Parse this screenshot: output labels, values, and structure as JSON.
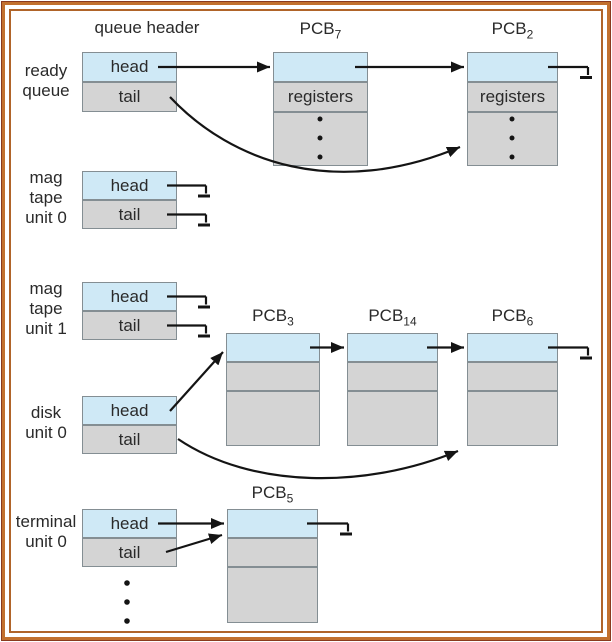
{
  "figure": {
    "column_header": "queue header",
    "queues": [
      {
        "id": "ready-queue",
        "label": "ready\nqueue",
        "head": "head",
        "tail": "tail"
      },
      {
        "id": "mag-tape-unit-0",
        "label": "mag\ntape\nunit 0",
        "head": "head",
        "tail": "tail"
      },
      {
        "id": "mag-tape-unit-1",
        "label": "mag\ntape\nunit 1",
        "head": "head",
        "tail": "tail"
      },
      {
        "id": "disk-unit-0",
        "label": "disk\nunit 0",
        "head": "head",
        "tail": "tail"
      },
      {
        "id": "terminal-unit-0",
        "label": "terminal\nunit 0",
        "head": "head",
        "tail": "tail"
      }
    ],
    "pcbs": [
      {
        "id": "pcb7",
        "name": "PCB",
        "sub": "7",
        "field": "registers"
      },
      {
        "id": "pcb2",
        "name": "PCB",
        "sub": "2",
        "field": "registers"
      },
      {
        "id": "pcb3",
        "name": "PCB",
        "sub": "3"
      },
      {
        "id": "pcb14",
        "name": "PCB",
        "sub": "14"
      },
      {
        "id": "pcb6",
        "name": "PCB",
        "sub": "6"
      },
      {
        "id": "pcb5",
        "name": "PCB",
        "sub": "5"
      }
    ],
    "links": [
      {
        "from": "ready-queue.head",
        "to": "pcb7"
      },
      {
        "from": "pcb7",
        "to": "pcb2"
      },
      {
        "from": "pcb2",
        "to": "null"
      },
      {
        "from": "ready-queue.tail",
        "to": "pcb2"
      },
      {
        "from": "mag-tape-unit-0.head",
        "to": "null"
      },
      {
        "from": "mag-tape-unit-0.tail",
        "to": "null"
      },
      {
        "from": "mag-tape-unit-1.head",
        "to": "null"
      },
      {
        "from": "mag-tape-unit-1.tail",
        "to": "null"
      },
      {
        "from": "disk-unit-0.head",
        "to": "pcb3"
      },
      {
        "from": "pcb3",
        "to": "pcb14"
      },
      {
        "from": "pcb14",
        "to": "pcb6"
      },
      {
        "from": "pcb6",
        "to": "null"
      },
      {
        "from": "disk-unit-0.tail",
        "to": "pcb6"
      },
      {
        "from": "terminal-unit-0.head",
        "to": "pcb5"
      },
      {
        "from": "terminal-unit-0.tail",
        "to": "pcb5"
      },
      {
        "from": "pcb5",
        "to": "null"
      }
    ],
    "colors": {
      "pointer_cell_blue": "#cfe9f6",
      "body_cell_gray": "#d4d4d4",
      "cell_border": "#848e93",
      "line_black": "#141414",
      "frame_orange": "#c2702d",
      "frame_inner_orange": "#b06429",
      "frame_dark_maroon": "#8a3a1e",
      "background": "#ffffff"
    }
  }
}
